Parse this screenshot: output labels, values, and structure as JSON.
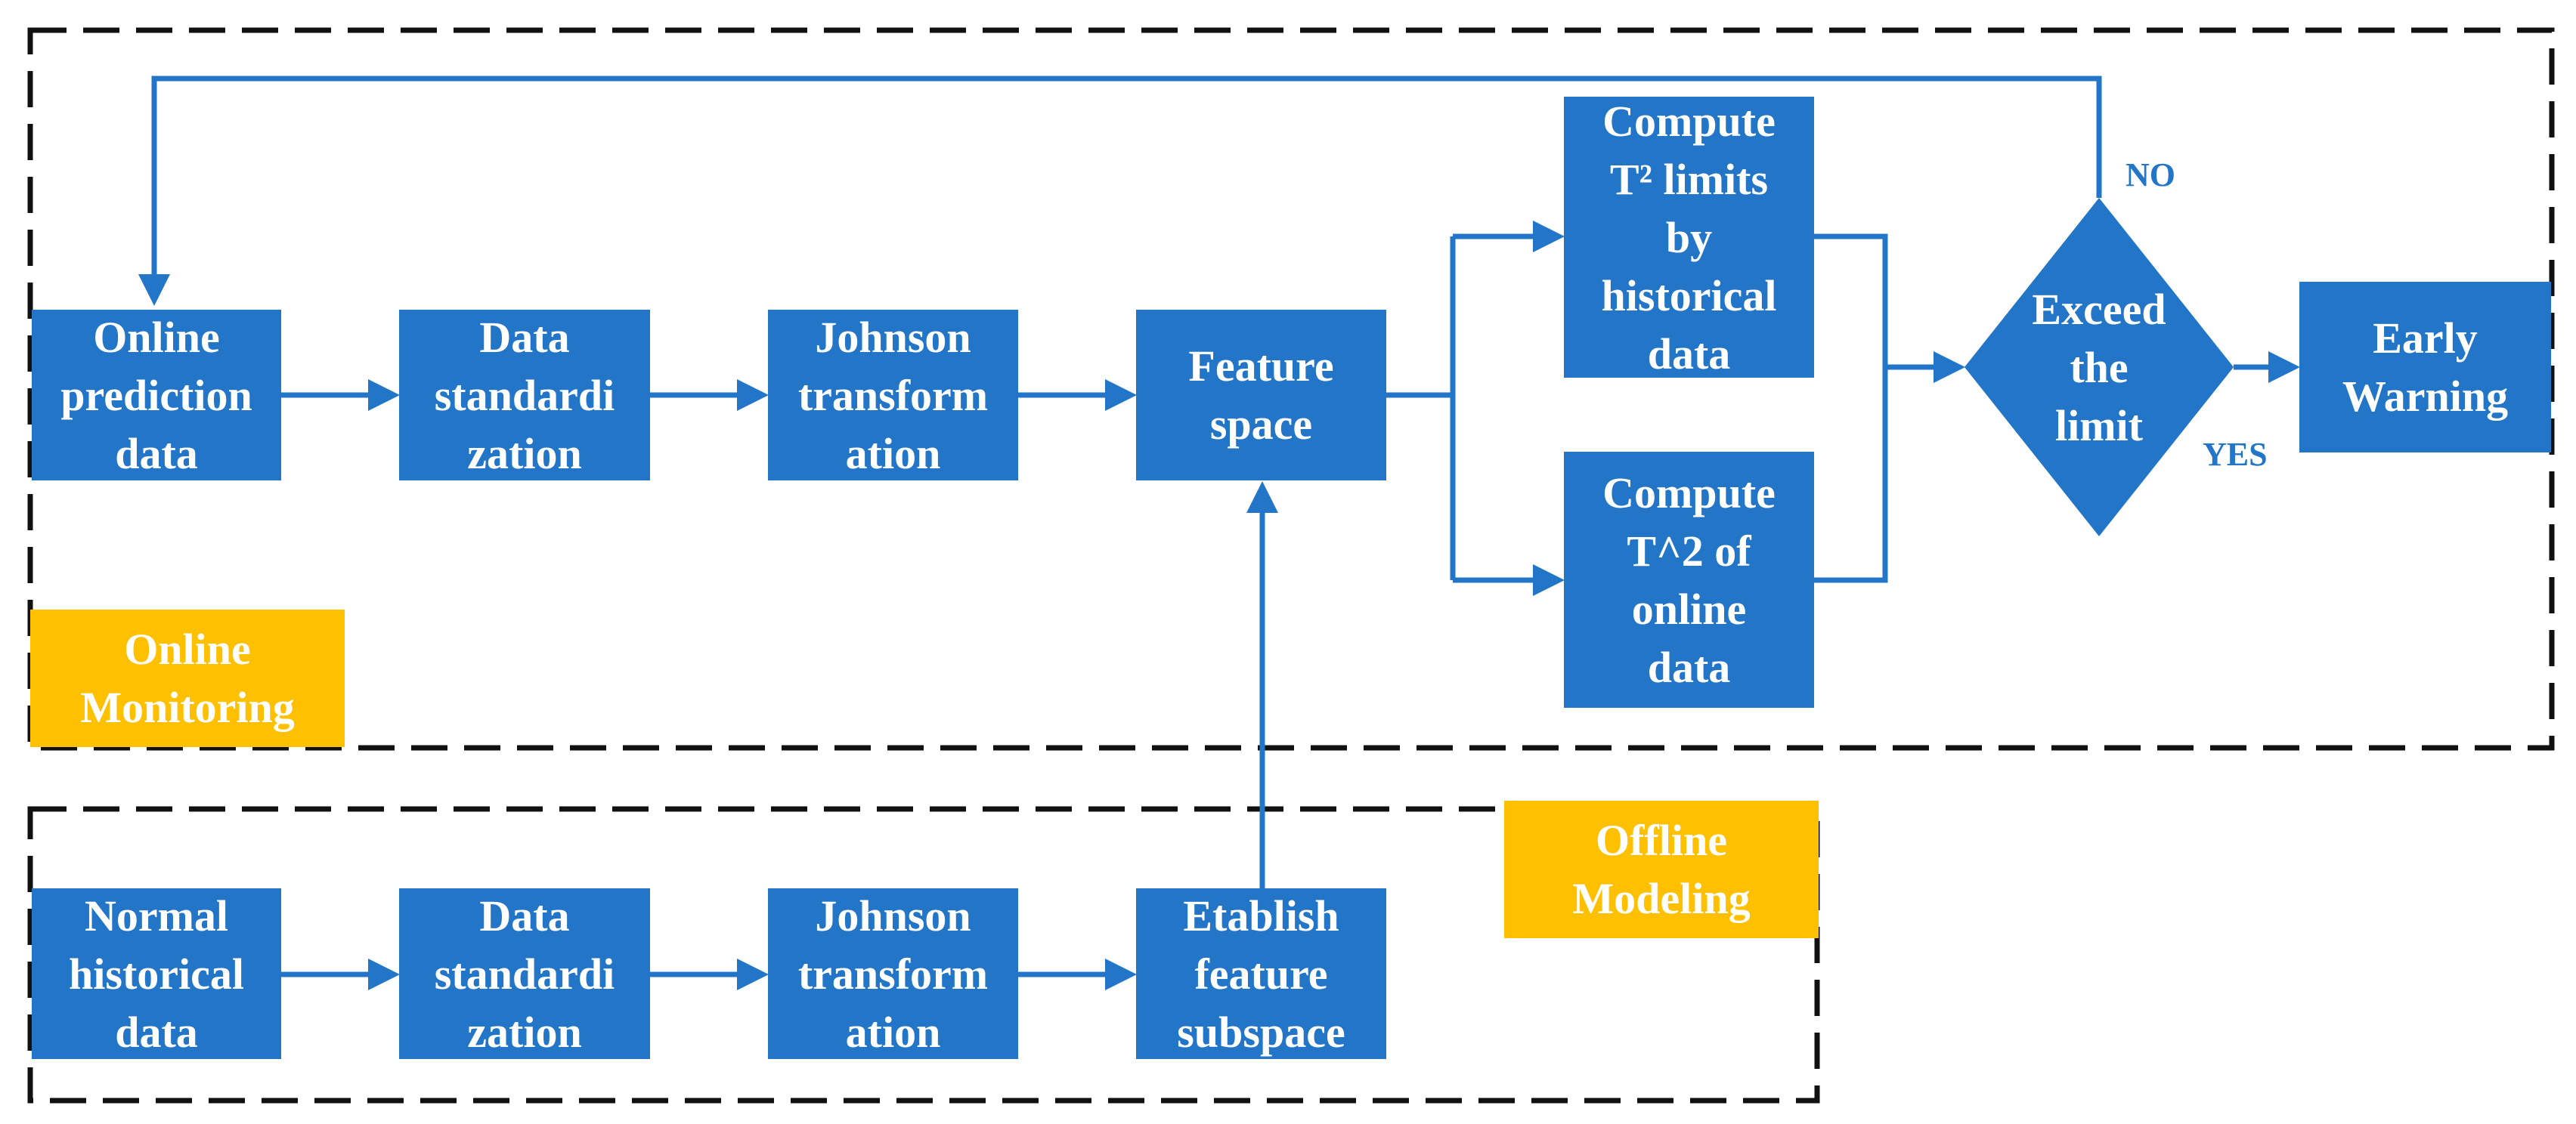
{
  "colors": {
    "box_fill": "#2375C8",
    "tag_fill": "#FFC000",
    "arrow": "#2375C8",
    "group_border": "#000000",
    "text": "#ffffff"
  },
  "groups": {
    "online": {
      "label": "Online\nMonitoring"
    },
    "offline": {
      "label": "Offline\nModeling"
    }
  },
  "online_row": {
    "prediction": "Online\nprediction\ndata",
    "standardization": "Data\nstandardi\nzation",
    "johnson": "Johnson\ntransform\nation",
    "feature_space": "Feature\nspace",
    "compute_limits": "Compute\nT² limits\nby\nhistorical\ndata",
    "compute_t2": "Compute\nT^2 of\nonline\ndata",
    "decision": "Exceed\nthe\nlimit",
    "warning": "Early\nWarning"
  },
  "offline_row": {
    "historical": "Normal\nhistorical\ndata",
    "standardization": "Data\nstandardi\nzation",
    "johnson": "Johnson\ntransform\nation",
    "subspace": "Etablish\nfeature\nsubspace"
  },
  "edge_labels": {
    "no": "NO",
    "yes": "YES"
  }
}
